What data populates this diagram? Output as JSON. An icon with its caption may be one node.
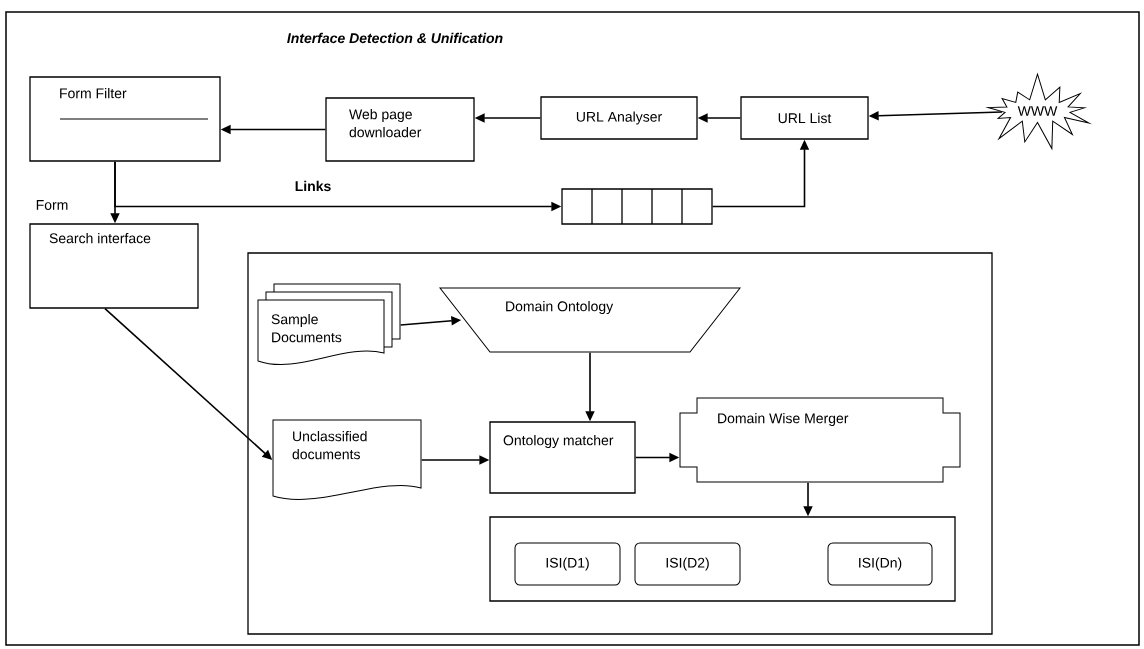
{
  "diagram": {
    "title": "Interface Detection & Unification",
    "nodes": [
      {
        "text": [
          "Form Filter"
        ]
      },
      {
        "text": [
          "Web page downloader"
        ]
      },
      {
        "text": [
          "URL Analyser"
        ]
      },
      {
        "text": [
          "URL List"
        ]
      },
      {
        "text": [
          "WWW"
        ]
      },
      {
        "text": [],
        "shape": "box"
      },
      {
        "text": [
          "Search interface"
        ]
      },
      {
        "text": [],
        "shape": "box"
      },
      {
        "text": [
          "Sample Documents"
        ],
        "in": 7
      },
      {
        "text": [
          "Domain Ontology"
        ],
        "in": 7
      },
      {
        "text": [
          "Unclassified documents"
        ],
        "in": 7
      },
      {
        "text": [
          "Ontology matcher"
        ],
        "in": 7
      },
      {
        "text": [
          "Domain Wise Merger"
        ],
        "in": 7
      },
      {
        "text": [],
        "shape": "box",
        "in": 7
      },
      {
        "text": [
          "ISI(D1)"
        ],
        "in": 13
      },
      {
        "text": [
          "ISI(D2)"
        ],
        "in": 13
      },
      {
        "text": [
          "ISI(Dn)"
        ],
        "in": 13
      }
    ],
    "edges": [
      {
        "from": 1,
        "to": 0,
        "arrow": "to"
      },
      {
        "from": 2,
        "to": 1,
        "arrow": "to"
      },
      {
        "from": 3,
        "to": 2,
        "arrow": "to"
      },
      {
        "from": 4,
        "to": 3,
        "arrow": "to"
      },
      {
        "from": 0,
        "to": 6,
        "arrow": "to",
        "label": "Form"
      },
      {
        "from": 0,
        "to": 5,
        "arrow": "to",
        "label": "Links"
      },
      {
        "from": 5,
        "to": 3,
        "arrow": "to"
      },
      {
        "from": 6,
        "to": 10,
        "arrow": "to"
      },
      {
        "from": 8,
        "to": 9,
        "arrow": "to"
      },
      {
        "from": 9,
        "to": 11,
        "arrow": "to"
      },
      {
        "from": 10,
        "to": 11,
        "arrow": "to"
      },
      {
        "from": 11,
        "to": 12,
        "arrow": "to"
      },
      {
        "from": 12,
        "to": 13,
        "arrow": "to"
      }
    ]
  }
}
